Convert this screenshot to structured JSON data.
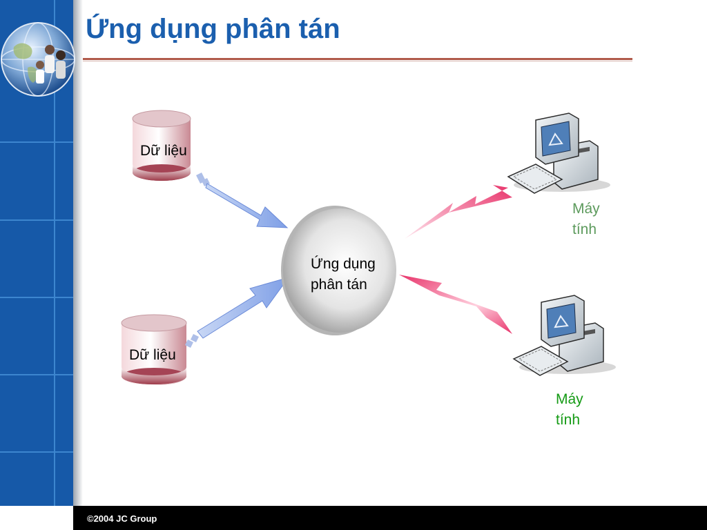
{
  "slide": {
    "title": "Ứng dụng phân tán",
    "footer": "©2004 JC Group"
  },
  "diagram": {
    "center_label_line1": "Ứng dụng",
    "center_label_line2": "phân tán",
    "db_top_label": "Dữ liệu",
    "db_bottom_label": "Dữ liệu",
    "computer_top_label_line1": "Máy",
    "computer_top_label_line2": "tính",
    "computer_bottom_label_line1": "Máy",
    "computer_bottom_label_line2": "tính"
  },
  "colors": {
    "sidebar": "#1659a8",
    "title": "#1b5fae",
    "rule": "#b05a4a",
    "database": "#9e3b4a",
    "arrow": "#7f9fe6",
    "signal": "#e8336a",
    "label_green": "#149a14"
  }
}
